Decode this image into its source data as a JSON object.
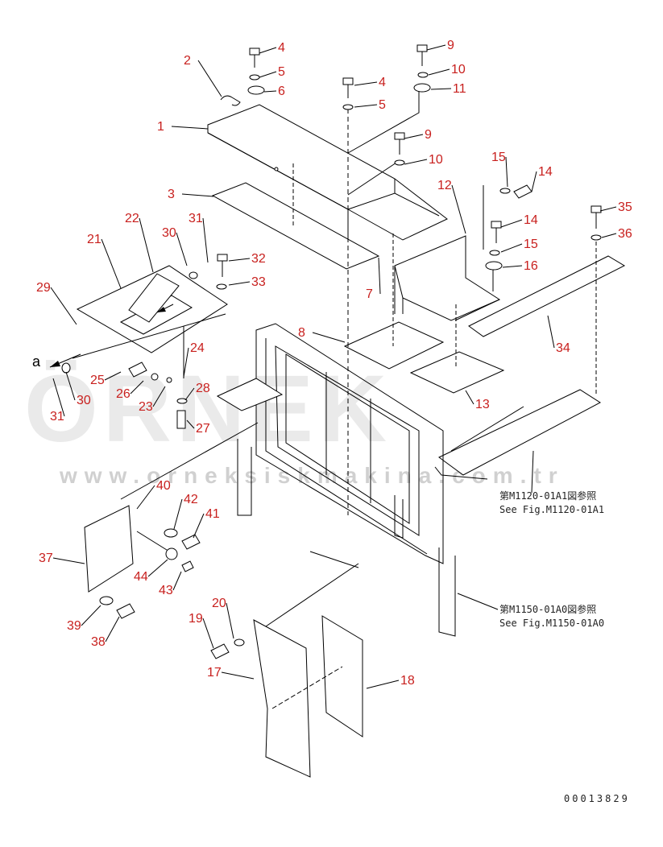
{
  "watermark": {
    "letters": "ÖRNEK",
    "url": "www.orneksiskmakina.com.tr"
  },
  "references": [
    {
      "id": "ref-m1120",
      "jp": "第M1120-01A1図参照",
      "en": "See Fig.M1120-01A1"
    },
    {
      "id": "ref-m1150",
      "jp": "第M1150-01A0図参照",
      "en": "See Fig.M1150-01A0"
    }
  ],
  "view_marker": "a",
  "drawing_number": "00013829",
  "part_labels": [
    "1",
    "2",
    "3",
    "4",
    "5",
    "6",
    "4",
    "5",
    "9",
    "10",
    "11",
    "9",
    "10",
    "12",
    "14",
    "15",
    "14",
    "15",
    "16",
    "35",
    "36",
    "7",
    "8",
    "13",
    "34",
    "21",
    "22",
    "31",
    "30",
    "32",
    "33",
    "29",
    "25",
    "26",
    "23",
    "24",
    "28",
    "27",
    "30",
    "31",
    "40",
    "42",
    "41",
    "37",
    "44",
    "43",
    "39",
    "38",
    "20",
    "19",
    "17",
    "18"
  ]
}
